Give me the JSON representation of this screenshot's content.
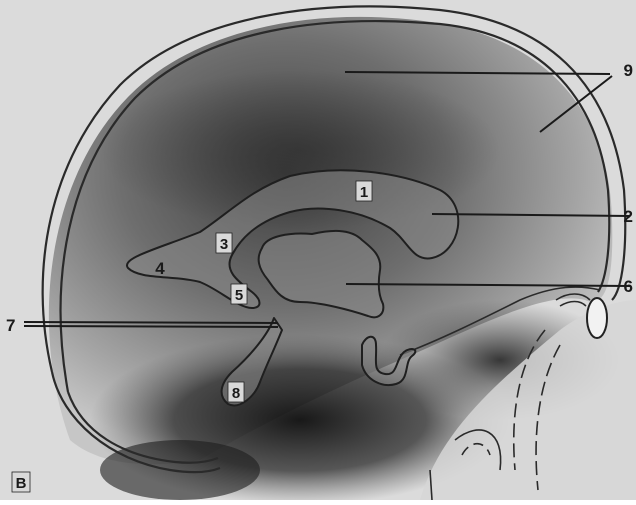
{
  "figure": {
    "panel_letter": "B",
    "labels": {
      "l1": "1",
      "l2": "2",
      "l3": "3",
      "l4": "4",
      "l5": "5",
      "l6": "6",
      "l7": "7",
      "l8": "8",
      "l9": "9"
    }
  }
}
